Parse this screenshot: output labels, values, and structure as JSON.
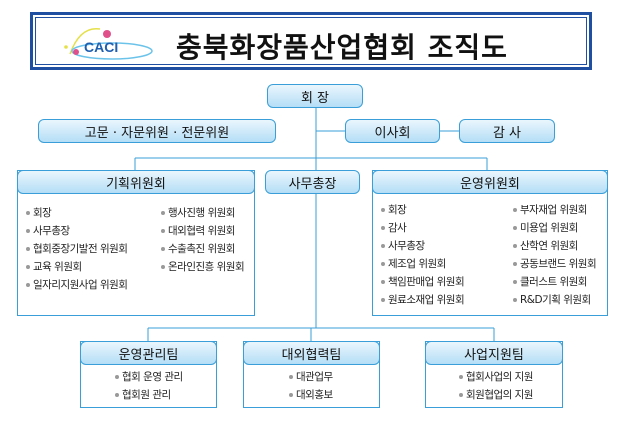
{
  "title": "충북화장품산업협회 조직도",
  "logo_text": "CACI",
  "colors": {
    "border": "#3a9fd8",
    "title_border": "#1f4fa0",
    "header_top": "#eaf6fd",
    "header_bottom": "#b4def6"
  },
  "chairman": "회 장",
  "advisors": "고문 · 자문위원 · 전문위원",
  "board": "이사회",
  "auditor": "감 사",
  "secretary_general": "사무총장",
  "planning_committee": {
    "title": "기획위원회",
    "left": [
      "회장",
      "사무총장",
      "협회중장기발전 위원회",
      "교육 위원회",
      "일자리지원사업 위원회"
    ],
    "right": [
      "행사진행 위원회",
      "대외협력 위원회",
      "수출촉진 위원회",
      "온라인진흥 위원회"
    ]
  },
  "operations_committee": {
    "title": "운영위원회",
    "left": [
      "회장",
      "감사",
      "사무총장",
      "제조업 위원회",
      "책임판매업 위원회",
      "원료소재업 위원회"
    ],
    "right": [
      "부자재업 위원회",
      "미용업 위원회",
      "산학연 위원회",
      "공동브랜드 위원회",
      "클러스트 위원회",
      "R&D기획 위원회"
    ]
  },
  "teams": [
    {
      "title": "운영관리팀",
      "items": [
        "협회 운영 관리",
        "협회원 관리"
      ]
    },
    {
      "title": "대외협력팀",
      "items": [
        "대관업무",
        "대외홍보"
      ]
    },
    {
      "title": "사업지원팀",
      "items": [
        "협회사업의 지원",
        "회원협업의 지원"
      ]
    }
  ]
}
